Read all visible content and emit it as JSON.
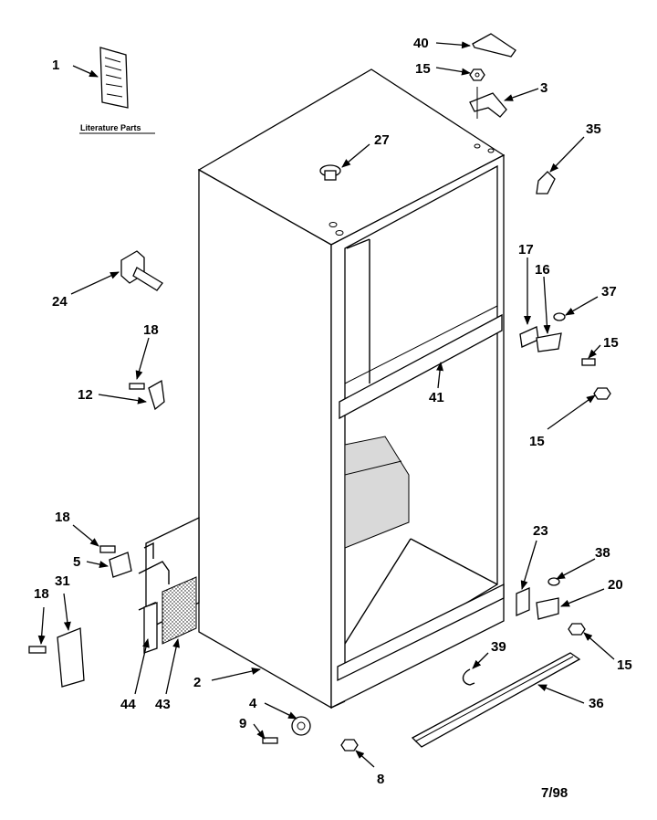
{
  "diagram": {
    "literature_label": "Literature Parts",
    "date_code": "7/98",
    "callouts": [
      {
        "key": "c1",
        "text": "1"
      },
      {
        "key": "c40",
        "text": "40"
      },
      {
        "key": "c15a",
        "text": "15"
      },
      {
        "key": "c3",
        "text": "3"
      },
      {
        "key": "c35",
        "text": "35"
      },
      {
        "key": "c27",
        "text": "27"
      },
      {
        "key": "c24",
        "text": "24"
      },
      {
        "key": "c18a",
        "text": "18"
      },
      {
        "key": "c12",
        "text": "12"
      },
      {
        "key": "c17",
        "text": "17"
      },
      {
        "key": "c16",
        "text": "16"
      },
      {
        "key": "c37",
        "text": "37"
      },
      {
        "key": "c15b",
        "text": "15"
      },
      {
        "key": "c41",
        "text": "41"
      },
      {
        "key": "c15c",
        "text": "15"
      },
      {
        "key": "c18b",
        "text": "18"
      },
      {
        "key": "c5",
        "text": "5"
      },
      {
        "key": "c18c",
        "text": "18"
      },
      {
        "key": "c31",
        "text": "31"
      },
      {
        "key": "c23",
        "text": "23"
      },
      {
        "key": "c38",
        "text": "38"
      },
      {
        "key": "c20",
        "text": "20"
      },
      {
        "key": "c15d",
        "text": "15"
      },
      {
        "key": "c39",
        "text": "39"
      },
      {
        "key": "c36",
        "text": "36"
      },
      {
        "key": "c2",
        "text": "2"
      },
      {
        "key": "c4",
        "text": "4"
      },
      {
        "key": "c9",
        "text": "9"
      },
      {
        "key": "c8",
        "text": "8"
      },
      {
        "key": "c44",
        "text": "44"
      },
      {
        "key": "c43",
        "text": "43"
      }
    ]
  }
}
